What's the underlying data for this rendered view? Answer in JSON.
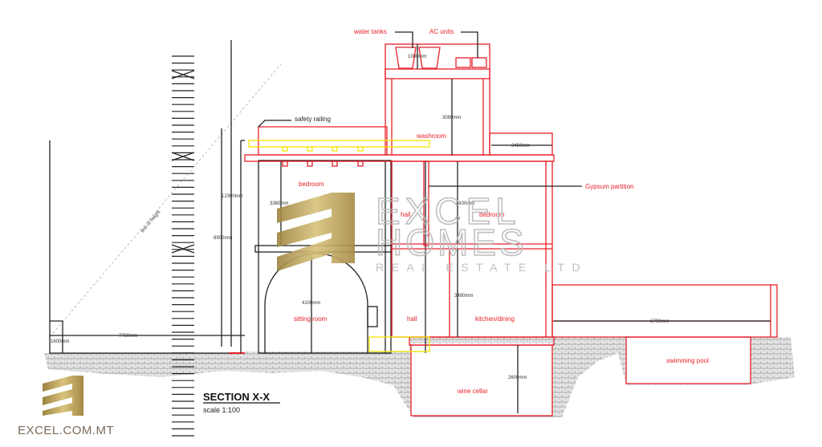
{
  "drawing": {
    "title": "SECTION X-X",
    "scale": "scale 1:100",
    "labels": {
      "water_tanks": "water tanks",
      "ac_units": "AC units",
      "safety_railing": "safety railing",
      "washroom": "washroom",
      "gypsum_partition": "Gypsum partition",
      "bedroom_left": "bedroom",
      "hall_upper": "hall",
      "bedroom_right": "bedroom",
      "sitting_room": "sitting room",
      "hall_lower": "hall",
      "kitchen_dining": "kitchen/dining",
      "wine_cellar": "wine cellar",
      "swimming_pool": "swimming pool",
      "line_of_height": "line of height"
    },
    "dimensions": {
      "tank_height": "1000mm",
      "washroom_height": "3080mm",
      "washroom_width": "2450mm",
      "overall_height": "12300mm",
      "mid_height": "8900mm",
      "first_floor_left": "3360mm",
      "first_floor_right": "3100mm",
      "ground_arch": "4100mm",
      "kitchen_height": "3480mm",
      "cellar_height": "2600mm",
      "pool_width": "6790mm",
      "left_width": "7780mm",
      "left_height": "1600mm"
    }
  },
  "watermark": {
    "line1": "EXCEL",
    "line2": "HOMES",
    "line3": "REAL ESTATE LTD"
  },
  "logo": {
    "text": "EXCEL.COM.MT"
  },
  "colors": {
    "wall": "#e8202a",
    "line": "#222222",
    "railing": "#f2e400",
    "gold": "#b89a4a"
  }
}
